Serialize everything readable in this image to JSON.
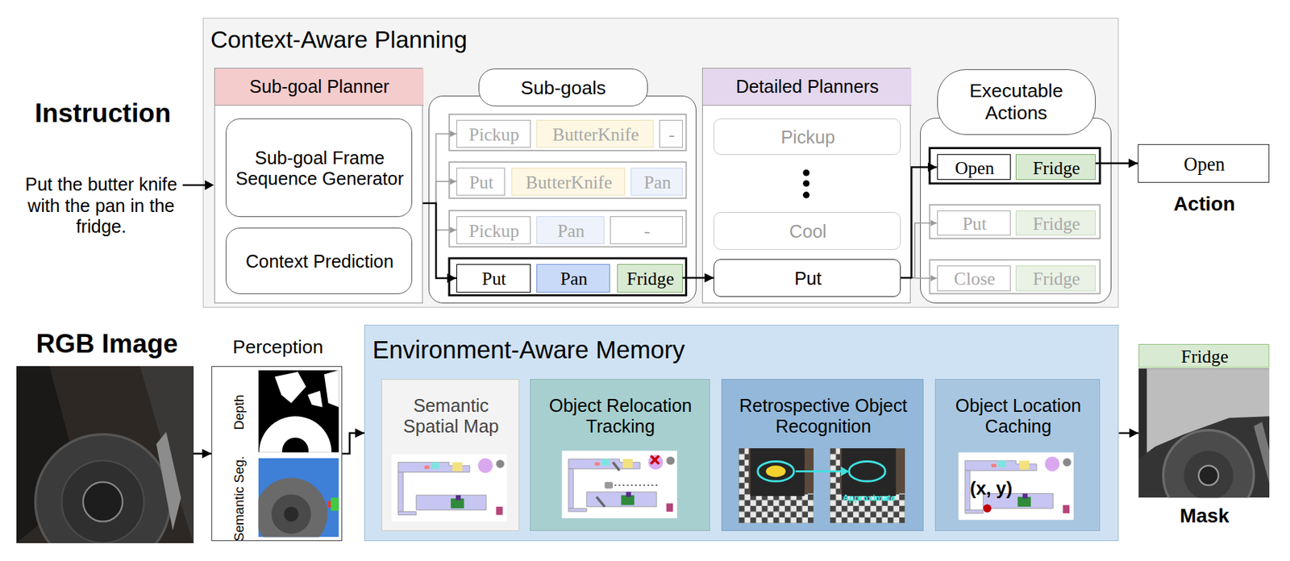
{
  "diagram": {
    "nodes": [
      {
        "text": [
          "Context-Aware Planning"
        ]
      },
      {
        "text": [
          "Sub-goal Planner"
        ],
        "in": 0
      },
      {
        "text": [
          "Sub-goal Frame Sequence Generator"
        ],
        "in": 1
      },
      {
        "text": [
          "Context Prediction"
        ],
        "in": 1
      },
      {
        "text": [
          "Sub-goals"
        ],
        "in": 0
      },
      {
        "text": [
          "Pickup"
        ],
        "in": 4
      },
      {
        "text": [
          "ButterKnife"
        ],
        "in": 4
      },
      {
        "text": [
          "-"
        ],
        "in": 4
      },
      {
        "text": [
          "Put"
        ],
        "in": 4
      },
      {
        "text": [
          "ButterKnife"
        ],
        "in": 4
      },
      {
        "text": [
          "Pan"
        ],
        "in": 4
      },
      {
        "text": [
          "Pickup"
        ],
        "in": 4
      },
      {
        "text": [
          "Pan"
        ],
        "in": 4
      },
      {
        "text": [
          "-"
        ],
        "in": 4
      },
      {
        "text": [
          "Put"
        ],
        "in": 4
      },
      {
        "text": [
          "Pan"
        ],
        "in": 4
      },
      {
        "text": [
          "Fridge"
        ],
        "in": 4
      },
      {
        "text": [
          "Detailed Planners"
        ],
        "in": 0
      },
      {
        "text": [
          "Pickup"
        ],
        "in": 17
      },
      {
        "text": [
          "Cool"
        ],
        "in": 17
      },
      {
        "text": [
          "Put"
        ],
        "in": 17
      },
      {
        "text": [
          "Executable Actions"
        ],
        "in": 0
      },
      {
        "text": [
          "Open"
        ],
        "in": 21
      },
      {
        "text": [
          "Fridge"
        ],
        "in": 21
      },
      {
        "text": [
          "Put"
        ],
        "in": 21
      },
      {
        "text": [
          "Fridge"
        ],
        "in": 21
      },
      {
        "text": [
          "Close"
        ],
        "in": 21
      },
      {
        "text": [
          "Fridge"
        ],
        "in": 21
      },
      {
        "text": [
          "Open",
          "Action"
        ]
      },
      {
        "text": [
          "RGB Image"
        ]
      },
      {
        "text": [
          "Perception",
          "Depth",
          "Semantic Seg."
        ]
      },
      {
        "text": [
          "Environment-Aware Memory"
        ]
      },
      {
        "text": [
          "Semantic Spatial Map"
        ],
        "in": 31
      },
      {
        "text": [
          "Object Relocation Tracking"
        ],
        "in": 31
      },
      {
        "text": [
          "Retrospective Object Recognition",
          "Approximate"
        ],
        "in": 31
      },
      {
        "text": [
          "Object Location Caching",
          "(x, y)"
        ],
        "in": 31
      },
      {
        "text": [
          "Fridge"
        ]
      },
      {
        "text": [
          "Mask"
        ]
      }
    ],
    "edges": [
      {
        "from": 1,
        "to": 5,
        "arrow": "to"
      },
      {
        "from": 1,
        "to": 8,
        "arrow": "to"
      },
      {
        "from": 1,
        "to": 11,
        "arrow": "to"
      },
      {
        "from": 1,
        "to": 14,
        "arrow": "to"
      },
      {
        "from": 16,
        "to": 20,
        "arrow": "to"
      },
      {
        "from": 20,
        "to": 22,
        "arrow": "to"
      },
      {
        "from": 20,
        "to": 24,
        "arrow": "to"
      },
      {
        "from": 20,
        "to": 26,
        "arrow": "to"
      },
      {
        "from": 23,
        "to": 28,
        "arrow": "to"
      },
      {
        "from": 29,
        "to": 30,
        "arrow": "to"
      },
      {
        "from": 30,
        "to": 31,
        "arrow": "to"
      },
      {
        "from": 31,
        "to": 37,
        "arrow": "to"
      }
    ],
    "labels": [
      "Instruction",
      "Put the butter knife with the pan in the fridge."
    ]
  }
}
